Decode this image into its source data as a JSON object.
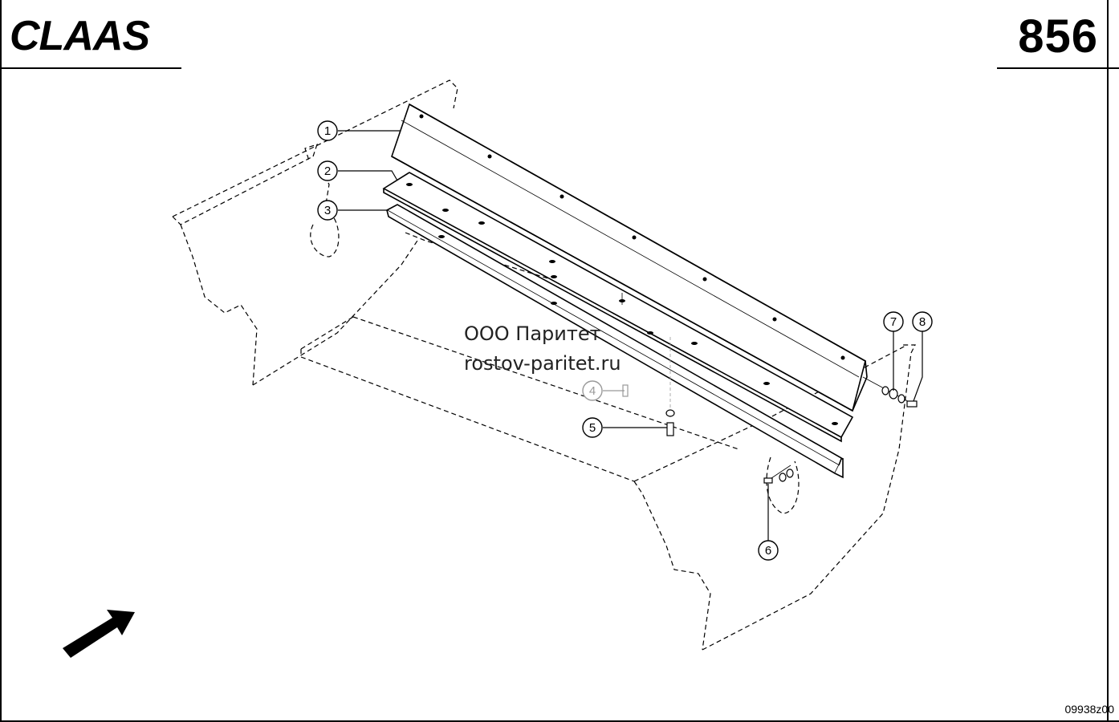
{
  "header": {
    "brand": "CLAAS",
    "page_number": "856"
  },
  "watermark": {
    "line1": "ООО Паритет",
    "line2": "rostov-paritet.ru"
  },
  "footer": {
    "drawing_code": "09938z00"
  },
  "callouts": [
    {
      "id": "1",
      "label": "1",
      "muted": false
    },
    {
      "id": "2",
      "label": "2",
      "muted": false
    },
    {
      "id": "3",
      "label": "3",
      "muted": false
    },
    {
      "id": "4",
      "label": "4",
      "muted": true
    },
    {
      "id": "5",
      "label": "5",
      "muted": false
    },
    {
      "id": "6",
      "label": "6",
      "muted": false
    },
    {
      "id": "7",
      "label": "7",
      "muted": false
    },
    {
      "id": "8",
      "label": "8",
      "muted": false
    }
  ],
  "colors": {
    "ink": "#000000",
    "muted": "#9a9a9a",
    "background": "#ffffff"
  },
  "icons": {
    "direction": "direction-arrow-icon"
  }
}
